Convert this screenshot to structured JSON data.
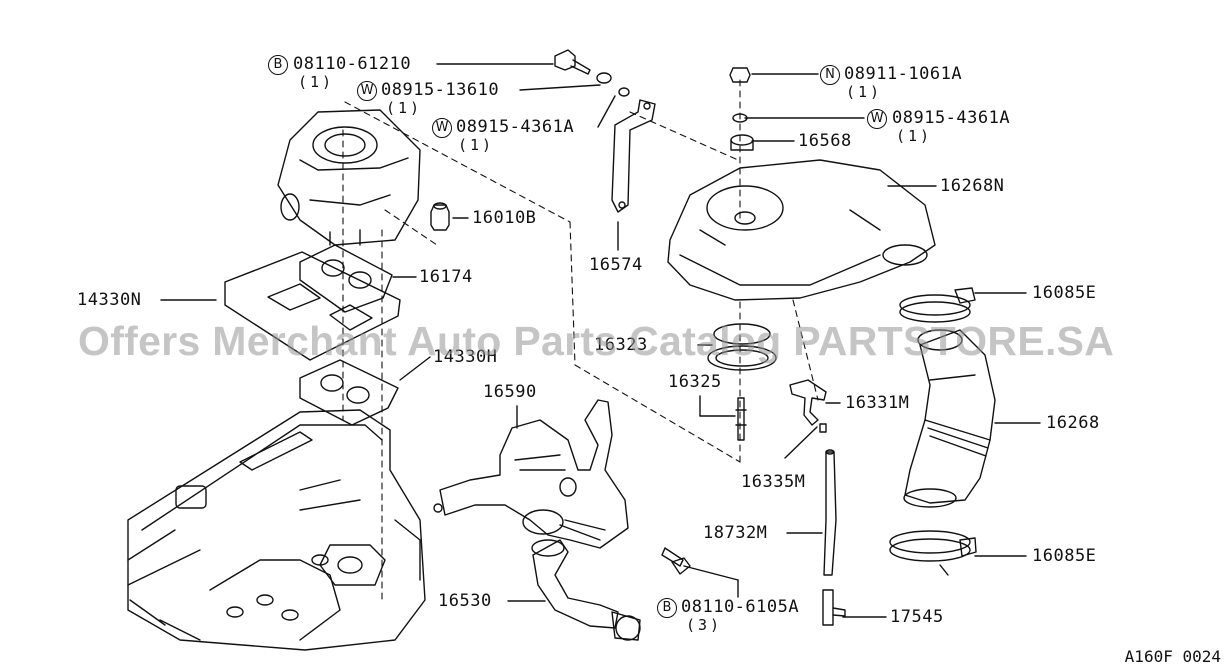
{
  "parts": {
    "p08110_61210": {
      "badge": "B",
      "number": "08110-61210",
      "qty": "(1)"
    },
    "p08915_13610": {
      "badge": "W",
      "number": "08915-13610",
      "qty": "(1)"
    },
    "p08915_4361A_left": {
      "badge": "W",
      "number": "08915-4361A",
      "qty": "(1)"
    },
    "p08911_1061A": {
      "badge": "N",
      "number": "08911-1061A",
      "qty": "(1)"
    },
    "p08915_4361A_right": {
      "badge": "W",
      "number": "08915-4361A",
      "qty": "(1)"
    },
    "p16568": "16568",
    "p16268N": "16268N",
    "p16010B": "16010B",
    "p16174": "16174",
    "p14330N": "14330N",
    "p16574": "16574",
    "p16085E_top": "16085E",
    "p16323": "16323",
    "p14330H": "14330H",
    "p16325": "16325",
    "p16331M": "16331M",
    "p16590": "16590",
    "p16268": "16268",
    "p16335M": "16335M",
    "p18732M": "18732M",
    "p16085E_bottom": "16085E",
    "p16530": "16530",
    "p08110_6105A": {
      "badge": "B",
      "number": "08110-6105A",
      "qty": "(3)"
    },
    "p17545": "17545"
  },
  "watermark": "Offers Merchant Auto Parts Catalog PARTSTORE.SA",
  "diagram_code": "A160F 0024"
}
